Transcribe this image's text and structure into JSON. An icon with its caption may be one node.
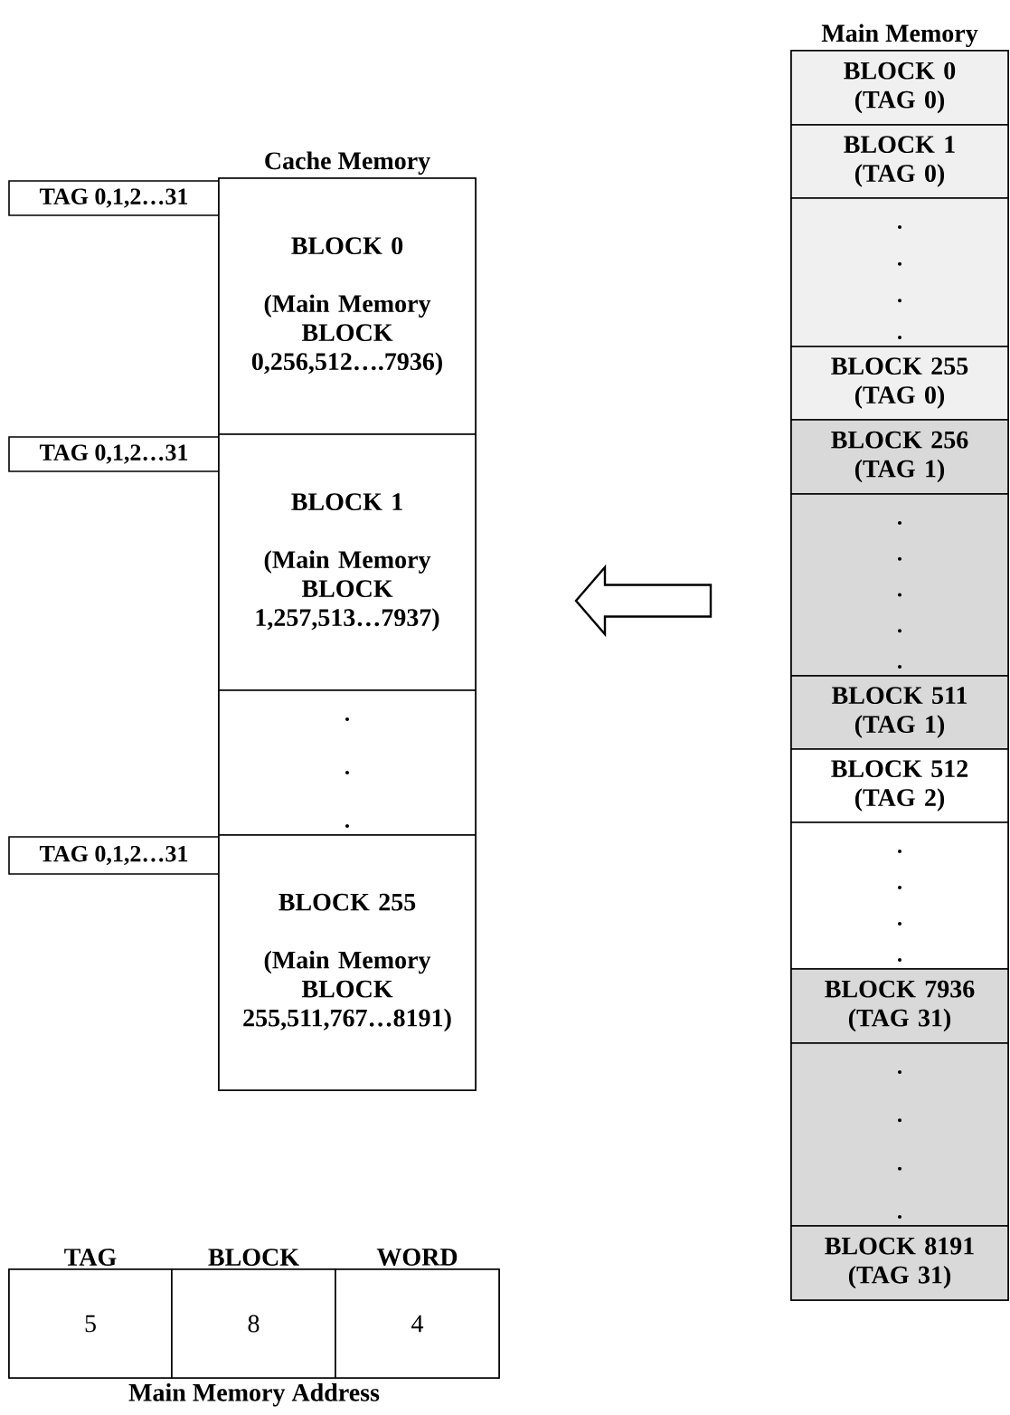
{
  "diagram": {
    "nodes": [
      {
        "text": [
          "Cache Memory"
        ]
      },
      {
        "text": [
          "TAG 0,1,2…31"
        ]
      },
      {
        "text": [
          "BLOCK 0",
          "(Main Memory BLOCK 0,256,512….7936)"
        ],
        "in": 0
      },
      {
        "text": [
          "TAG 0,1,2…31"
        ]
      },
      {
        "text": [
          "BLOCK 1",
          "(Main Memory BLOCK 1,257,513…7937)"
        ],
        "in": 0
      },
      {
        "text": [],
        "shape": "box",
        "in": 0
      },
      {
        "text": [
          "TAG 0,1,2…31"
        ]
      },
      {
        "text": [
          "BLOCK 255",
          "(Main Memory BLOCK 255,511,767…8191)"
        ],
        "in": 0
      },
      {
        "text": [
          "Main Memory"
        ]
      },
      {
        "text": [
          "BLOCK 0 (TAG 0)"
        ],
        "in": 8
      },
      {
        "text": [
          "BLOCK 1 (TAG 0)"
        ],
        "in": 8
      },
      {
        "text": [],
        "shape": "box",
        "in": 8
      },
      {
        "text": [
          "BLOCK 255 (TAG 0)"
        ],
        "in": 8
      },
      {
        "text": [
          "BLOCK 256 (TAG 1)"
        ],
        "in": 8
      },
      {
        "text": [],
        "shape": "box",
        "in": 8
      },
      {
        "text": [
          "BLOCK 511 (TAG 1)"
        ],
        "in": 8
      },
      {
        "text": [
          "BLOCK 512 (TAG 2)"
        ],
        "in": 8
      },
      {
        "text": [],
        "shape": "box",
        "in": 8
      },
      {
        "text": [
          "BLOCK 7936 (TAG 31)"
        ],
        "in": 8
      },
      {
        "text": [],
        "shape": "box",
        "in": 8
      },
      {
        "text": [
          "BLOCK 8191 (TAG 31)"
        ],
        "in": 8
      },
      {
        "text": [
          "Main Memory Address"
        ]
      },
      {
        "text": [
          "TAG",
          "5"
        ],
        "in": 21
      },
      {
        "text": [
          "BLOCK",
          "8"
        ],
        "in": 21
      },
      {
        "text": [
          "WORD",
          "4"
        ],
        "in": 21
      }
    ],
    "edges": [
      {
        "from": 8,
        "to": 0,
        "arrow": "to"
      }
    ]
  }
}
